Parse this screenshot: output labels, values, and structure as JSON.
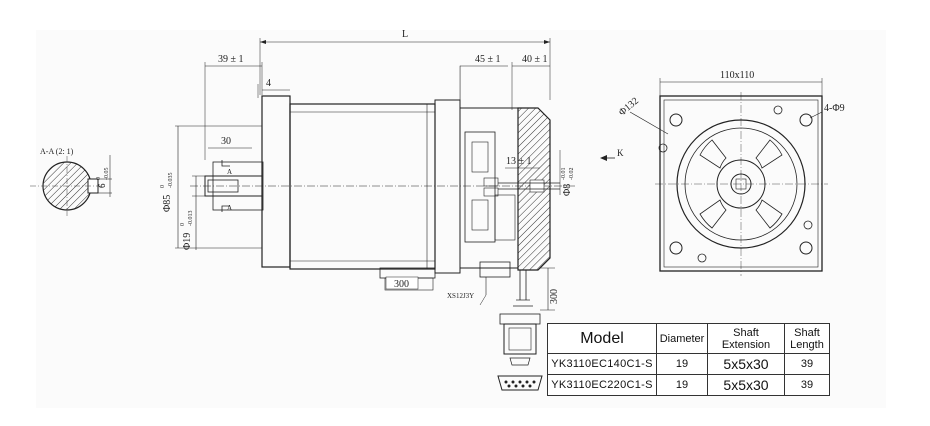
{
  "drawing": {
    "dim_overall_length": "L",
    "dim_flange_length": "39 ± 1",
    "dim_flange_step": "4",
    "dim_key_length": "30",
    "dim_body_diameter": "Φ85",
    "dim_body_diameter_tol_upper": "0",
    "dim_body_diameter_tol_lower": "-0.035",
    "dim_shaft_diameter": "Φ19",
    "dim_shaft_diameter_tol_upper": "0",
    "dim_shaft_diameter_tol_lower": "-0.013",
    "section_marker": "A",
    "section_label": "A-A (2: 1)",
    "dim_key_width": "6",
    "dim_key_width_tol_upper": "0",
    "dim_key_width_tol_lower": "-0.05",
    "dim_encoder_length": "45 ± 1",
    "dim_rear_length": "40 ± 1",
    "dim_rear_shaft_length": "13 ± 1",
    "dim_rear_shaft_diameter": "Φ8",
    "dim_rear_shaft_tol_upper": "-0.01",
    "dim_rear_shaft_tol_lower": "-0.02",
    "view_marker": "K",
    "dim_cable_length_1": "300",
    "dim_cable_length_2": "300",
    "connector_label": "XS12J3Y",
    "dim_square": "110x110",
    "dim_bolt_circle": "Φ132",
    "dim_holes": "4-Φ9"
  },
  "spec_table": {
    "headers": {
      "model": "Model",
      "diameter": "Diameter",
      "shaft_extension_1": "Shaft",
      "shaft_extension_2": "Extension",
      "shaft_length_1": "Shaft",
      "shaft_length_2": "Length"
    },
    "rows": [
      {
        "model": "YK3110EC140C1-S",
        "diameter": "19",
        "extension": "5x5x30",
        "length": "39"
      },
      {
        "model": "YK3110EC220C1-S",
        "diameter": "19",
        "extension": "5x5x30",
        "length": "39"
      }
    ]
  }
}
